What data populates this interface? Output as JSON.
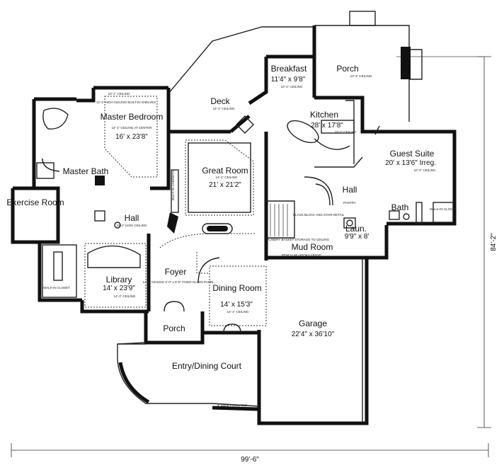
{
  "rooms": {
    "porch_rear": {
      "name": "Porch",
      "note": "10'-1\" CEILING"
    },
    "breakfast": {
      "name": "Breakfast",
      "size": "11'4\" x 9'8\"",
      "note": "10'-1\" CEILING"
    },
    "deck": {
      "name": "Deck",
      "note": "14'-1\" CEILING"
    },
    "kitchen": {
      "name": "Kitchen",
      "size": "28' x 17'8\"",
      "note": "10'-1\" CEILING"
    },
    "master_bedroom": {
      "name": "Master Bedroom",
      "size": "16' x 23'8\"",
      "note": "14'-1\" CEILING AT CENTER",
      "note2": "12'-1\" HIGH CEILING BUILT-IN SHELVES",
      "note3": "10'-1\" CEILING"
    },
    "master_bath": {
      "name": "Master Bath"
    },
    "great_room": {
      "name": "Great Room",
      "size": "21' x 21'2\"",
      "note": "14'-1\" CEILING"
    },
    "guest_suite": {
      "name": "Guest Suite",
      "size": "20' x 13'6\" Irreg.",
      "note": "10'-1\" CEILING"
    },
    "walkin_guest": {
      "note": "WALK-IN CLOSET"
    },
    "hall_right": {
      "name": "Hall",
      "note": "PANTRY"
    },
    "bath": {
      "name": "Bath"
    },
    "exercise_room": {
      "name": "Exercise Room"
    },
    "hall_left": {
      "name": "Hall",
      "note": "12'-1\" HIGH CEILING"
    },
    "laundry": {
      "name": "Laun.",
      "size": "9'9\" x 8'"
    },
    "mud_room": {
      "name": "Mud Room",
      "note": "LAUNDRY BASKET STORAGE TO CEILING",
      "note2": "BENCH W/ HOOKS ABOVE"
    },
    "glass_block": {
      "note": "GLASS BLOCK AND STAIR DETAIL"
    },
    "library": {
      "name": "Library",
      "size": "14' x 23'9\"",
      "note": "14'-1\" CEILING"
    },
    "walkin_left": {
      "note": "WALK-IN CLOSET"
    },
    "foyer": {
      "name": "Foyer",
      "note": "14'-1\" CEILING 2'-0\" x 8'-0\" FIXED GLASS PANEL"
    },
    "dining_room": {
      "name": "Dining Room",
      "size": "14' x 15'3\"",
      "note": "14'-1\" CEILING"
    },
    "garage": {
      "name": "Garage",
      "size": "22'4\" x 36'10\""
    },
    "porch_front": {
      "name": "Porch"
    },
    "entry_court": {
      "name": "Entry/Dining Court"
    },
    "privacy_wall": {
      "note": "4' Stone Privacy Wall"
    },
    "built_in": {
      "note": "BUILT-IN CABINETS"
    }
  },
  "dimensions": {
    "width": "99'-6\"",
    "depth": "84'-2\""
  }
}
